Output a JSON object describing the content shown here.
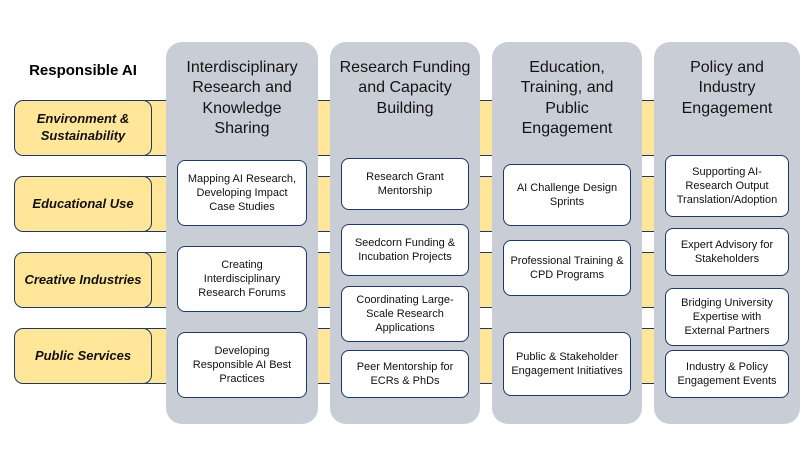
{
  "title": "Responsible AI",
  "rows": [
    {
      "label": "Environment & Sustainability"
    },
    {
      "label": "Educational Use"
    },
    {
      "label": "Creative Industries"
    },
    {
      "label": "Public Services"
    }
  ],
  "columns": [
    {
      "header": "Interdisciplinary Research and Knowledge Sharing",
      "items": [
        "Mapping AI Research, Developing Impact Case Studies",
        "Creating Interdisciplinary Research Forums",
        "Developing Responsible AI Best Practices"
      ]
    },
    {
      "header": "Research Funding and Capacity Building",
      "items": [
        "Research Grant Mentorship",
        "Seedcorn Funding & Incubation Projects",
        "Coordinating Large-Scale Research Applications",
        "Peer Mentorship for ECRs & PhDs"
      ]
    },
    {
      "header": "Education, Training, and Public Engagement",
      "items": [
        "AI Challenge Design Sprints",
        "Professional Training & CPD Programs",
        "Public & Stakeholder Engagement Initiatives"
      ]
    },
    {
      "header": "Policy and Industry Engagement",
      "items": [
        "Supporting AI-Research Output Translation/Adoption",
        "Expert Advisory for Stakeholders",
        "Bridging University Expertise with External Partners",
        "Industry & Policy Engagement Events"
      ]
    }
  ],
  "colors": {
    "row_fill": "#FFE699",
    "border": "#1F3864",
    "column_fill": "#C9CDD6",
    "item_fill": "#FFFFFF"
  }
}
